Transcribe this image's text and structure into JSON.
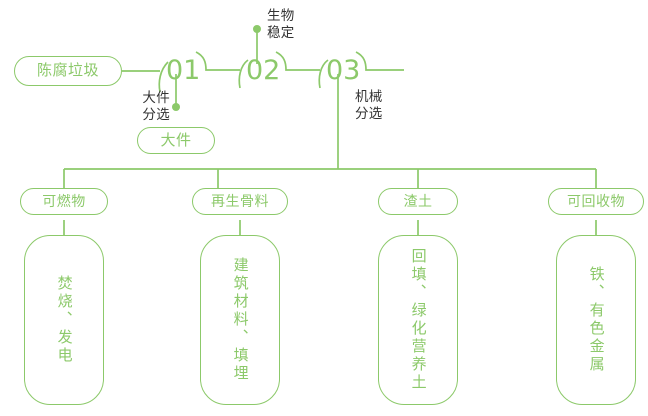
{
  "theme": {
    "accent": "#8cc96a",
    "caption_color": "#333333",
    "background": "#ffffff"
  },
  "diagram": {
    "type": "process-flow",
    "source": {
      "label": "陈腐垃圾"
    },
    "steps": [
      {
        "id": "01",
        "number": "01",
        "caption": "大件\n分选",
        "caption_line1": "大件",
        "caption_line2": "分选",
        "output": "大件"
      },
      {
        "id": "02",
        "number": "02",
        "caption_line1": "生物",
        "caption_line2": "稳定",
        "output": ""
      },
      {
        "id": "03",
        "number": "03",
        "caption_line1": "机械",
        "caption_line2": "分选",
        "output": ""
      }
    ],
    "outputs": [
      {
        "label": "可燃物",
        "uses": "焚烧、发电"
      },
      {
        "label": "再生骨料",
        "uses": "建筑材料、填埋"
      },
      {
        "label": "渣土",
        "uses": "回填、绿化营养土"
      },
      {
        "label": "可回收物",
        "uses": "铁、有色金属"
      }
    ]
  }
}
